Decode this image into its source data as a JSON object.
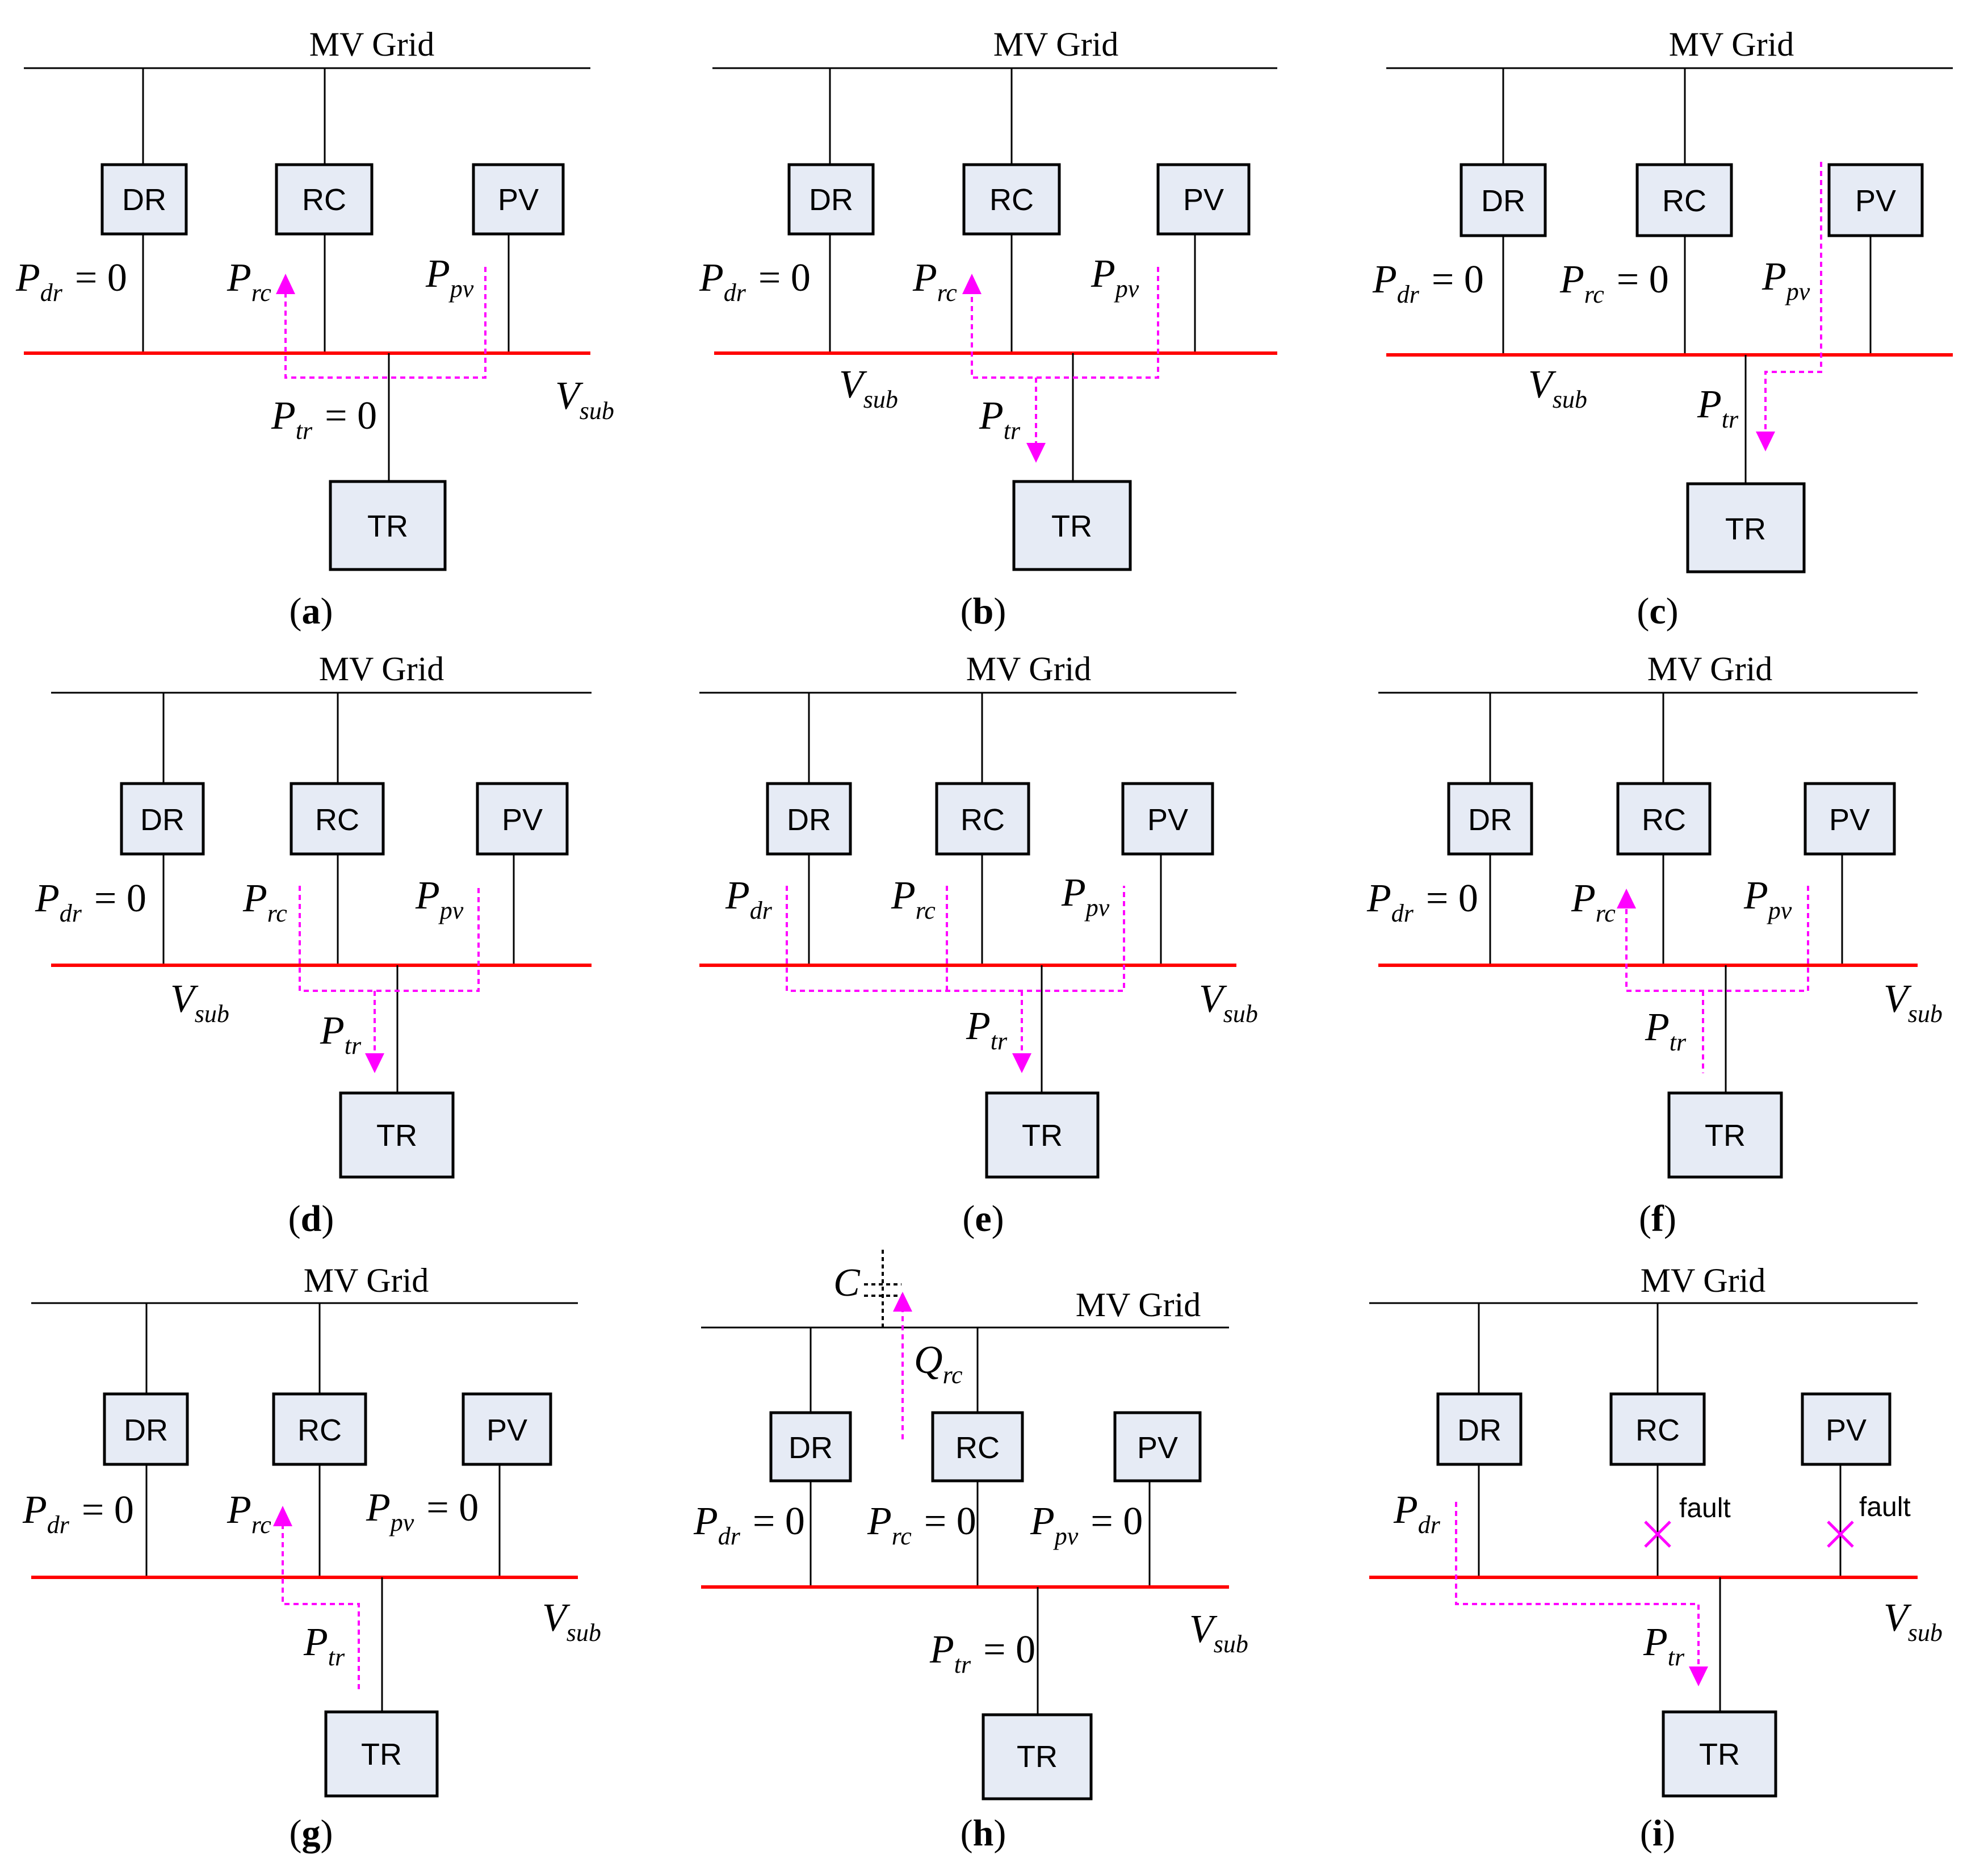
{
  "labels": {
    "mv_grid": "MV Grid",
    "dr": "DR",
    "rc": "RC",
    "pv": "PV",
    "tr": "TR",
    "fault": "fault",
    "symbols": {
      "P": "P",
      "Q": "Q",
      "V": "V",
      "C": "C",
      "dr": "dr",
      "rc": "rc",
      "pv": "pv",
      "tr": "tr",
      "sub": "sub",
      "eq0": "= 0"
    }
  },
  "panels": [
    {
      "id": "a",
      "caption_open": "(",
      "caption_letter": "a",
      "caption_close": ")"
    },
    {
      "id": "b",
      "caption_open": "(",
      "caption_letter": "b",
      "caption_close": ")"
    },
    {
      "id": "c",
      "caption_open": "(",
      "caption_letter": "c",
      "caption_close": ")"
    },
    {
      "id": "d",
      "caption_open": "(",
      "caption_letter": "d",
      "caption_close": ")"
    },
    {
      "id": "e",
      "caption_open": "(",
      "caption_letter": "e",
      "caption_close": ")"
    },
    {
      "id": "f",
      "caption_open": "(",
      "caption_letter": "f",
      "caption_close": ")"
    },
    {
      "id": "g",
      "caption_open": "(",
      "caption_letter": "g",
      "caption_close": ")"
    },
    {
      "id": "h",
      "caption_open": "(",
      "caption_letter": "h",
      "caption_close": ")"
    },
    {
      "id": "i",
      "caption_open": "(",
      "caption_letter": "i",
      "caption_close": ")"
    }
  ],
  "colors": {
    "bus": "#ff0000",
    "flow": "#ff00ff",
    "box_fill": "#e6ebf5",
    "line": "#000000"
  }
}
